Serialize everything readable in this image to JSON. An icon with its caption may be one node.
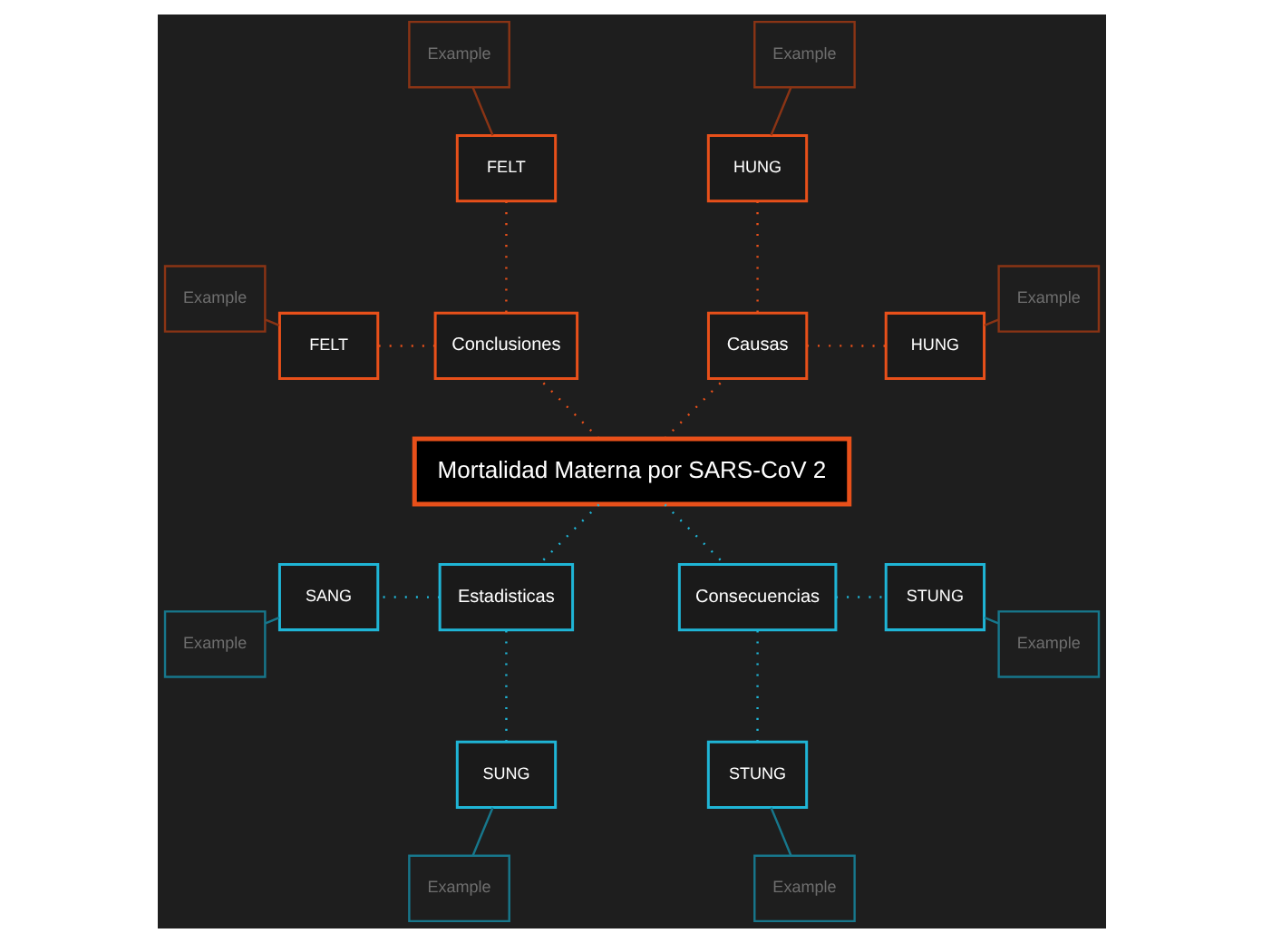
{
  "diagram": {
    "nodes": [
      {
        "text": [
          "Mortalidad Materna por SARS-CoV 2"
        ]
      },
      {
        "text": [
          "Causas"
        ]
      },
      {
        "text": [
          "HUNG"
        ]
      },
      {
        "text": [
          "HUNG"
        ]
      },
      {
        "text": [
          "Example"
        ]
      },
      {
        "text": [
          "Example"
        ]
      },
      {
        "text": [
          "Conclusiones"
        ]
      },
      {
        "text": [
          "FELT"
        ]
      },
      {
        "text": [
          "FELT"
        ]
      },
      {
        "text": [
          "Example"
        ]
      },
      {
        "text": [
          "Example"
        ]
      },
      {
        "text": [
          "Estadisticas"
        ]
      },
      {
        "text": [
          "SANG"
        ]
      },
      {
        "text": [
          "SUNG"
        ]
      },
      {
        "text": [
          "Example"
        ]
      },
      {
        "text": [
          "Example"
        ]
      },
      {
        "text": [
          "Consecuencias"
        ]
      },
      {
        "text": [
          "STUNG"
        ]
      },
      {
        "text": [
          "STUNG"
        ]
      },
      {
        "text": [
          "Example"
        ]
      },
      {
        "text": [
          "Example"
        ]
      }
    ],
    "edges": [
      {
        "from": 0,
        "to": 1,
        "arrow": "none",
        "style": "dashed",
        "color": "#e8501a"
      },
      {
        "from": 1,
        "to": 2,
        "arrow": "none",
        "style": "dashed",
        "color": "#e8501a"
      },
      {
        "from": 1,
        "to": 3,
        "arrow": "none",
        "style": "dashed",
        "color": "#e8501a"
      },
      {
        "from": 2,
        "to": 4,
        "arrow": "none",
        "color": "#8a3415"
      },
      {
        "from": 3,
        "to": 5,
        "arrow": "none",
        "color": "#8a3415"
      },
      {
        "from": 0,
        "to": 6,
        "arrow": "none",
        "style": "dashed",
        "color": "#e8501a"
      },
      {
        "from": 6,
        "to": 7,
        "arrow": "none",
        "style": "dashed",
        "color": "#e8501a"
      },
      {
        "from": 6,
        "to": 8,
        "arrow": "none",
        "style": "dashed",
        "color": "#e8501a"
      },
      {
        "from": 7,
        "to": 9,
        "arrow": "none",
        "color": "#8a3415"
      },
      {
        "from": 8,
        "to": 10,
        "arrow": "none",
        "color": "#8a3415"
      },
      {
        "from": 0,
        "to": 11,
        "arrow": "none",
        "style": "dashed",
        "color": "#1fb5d6"
      },
      {
        "from": 11,
        "to": 12,
        "arrow": "none",
        "style": "dashed",
        "color": "#1fb5d6"
      },
      {
        "from": 11,
        "to": 13,
        "arrow": "none",
        "style": "dashed",
        "color": "#1fb5d6"
      },
      {
        "from": 12,
        "to": 14,
        "arrow": "none",
        "color": "#17778c"
      },
      {
        "from": 13,
        "to": 15,
        "arrow": "none",
        "color": "#17778c"
      },
      {
        "from": 0,
        "to": 16,
        "arrow": "none",
        "style": "dashed",
        "color": "#1fb5d6"
      },
      {
        "from": 16,
        "to": 17,
        "arrow": "none",
        "style": "dashed",
        "color": "#1fb5d6"
      },
      {
        "from": 16,
        "to": 18,
        "arrow": "none",
        "style": "dashed",
        "color": "#1fb5d6"
      },
      {
        "from": 17,
        "to": 19,
        "arrow": "none",
        "color": "#17778c"
      },
      {
        "from": 18,
        "to": 20,
        "arrow": "none",
        "color": "#17778c"
      }
    ]
  }
}
